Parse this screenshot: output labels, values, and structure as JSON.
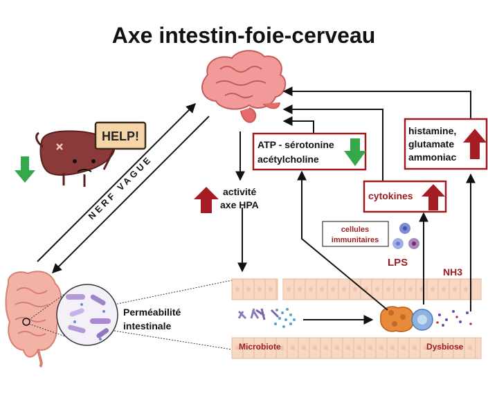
{
  "title": "Axe intestin-foie-cerveau",
  "liver": {
    "speech": "HELP!"
  },
  "labels": {
    "nerf_vague": "NERF VAGUE",
    "hpa_line1": "activité",
    "hpa_line2": "axe HPA",
    "atp_line1": "ATP - sérotonine",
    "atp_line2": "acétylcholine",
    "hist_line1": "histamine,",
    "hist_line2": "glutamate",
    "hist_line3": "ammoniac",
    "cytokines": "cytokines",
    "cellules_line1": "cellules",
    "cellules_line2": "immunitaires",
    "lps": "LPS",
    "nh3": "NH3",
    "perm_line1": "Perméabilité",
    "perm_line2": "intestinale",
    "microbiote": "Microbiote",
    "dysbiose": "Dysbiose"
  },
  "colors": {
    "dark_red": "#9b1c1f",
    "arrow_red": "#a31d22",
    "arrow_green": "#35a84a",
    "line": "#111111",
    "tissue": "#f7d8c4",
    "tissue_stroke": "#e9b89a",
    "brain": "#f08c8c",
    "liver": "#8b3a3a"
  }
}
